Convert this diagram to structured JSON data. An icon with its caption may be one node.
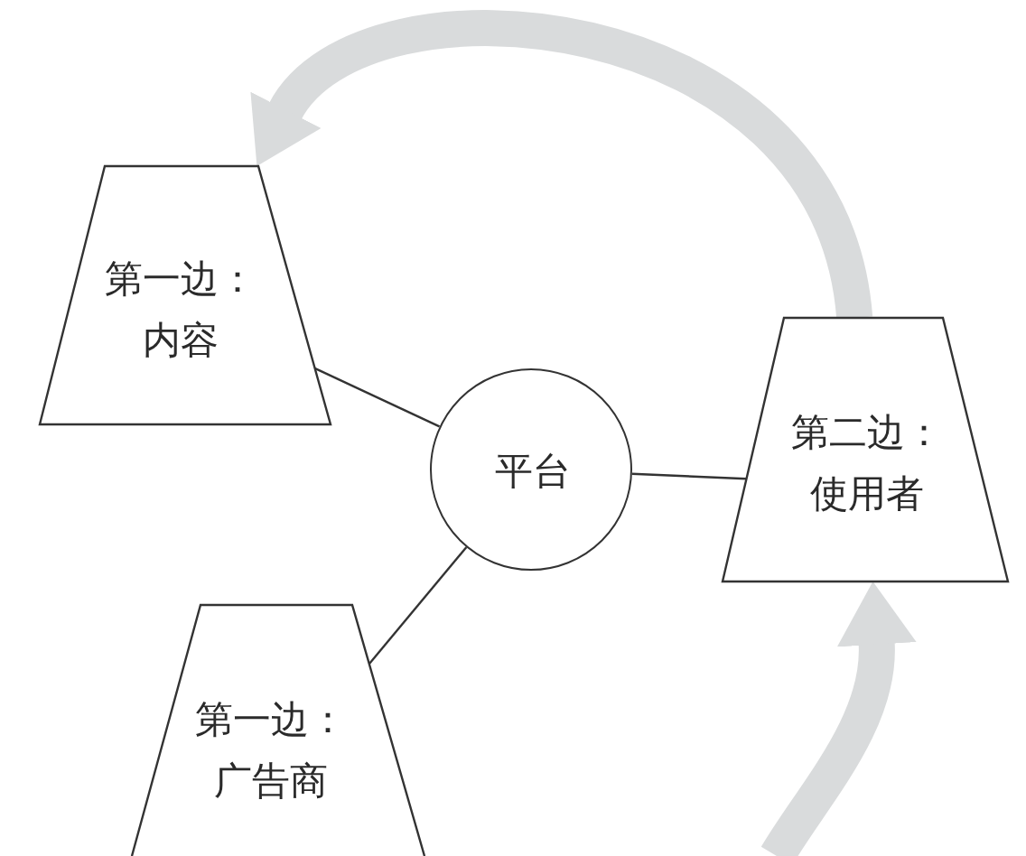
{
  "diagram": {
    "nodes": [
      {
        "text": [
          "第一边：内容"
        ]
      },
      {
        "text": [
          "平台"
        ]
      },
      {
        "text": [
          "第二边：使用者"
        ]
      },
      {
        "text": [
          "第一边：广告商"
        ]
      }
    ],
    "edges": [
      {
        "from": 0,
        "to": 1,
        "arrow": "none"
      },
      {
        "from": 1,
        "to": 2,
        "arrow": "none"
      },
      {
        "from": 3,
        "to": 1,
        "arrow": "none"
      },
      {
        "from": 2,
        "to": 0,
        "arrow": "to",
        "style": "thick",
        "color": "#d9dbdc"
      },
      {
        "from": null,
        "to": 2,
        "arrow": "to",
        "style": "thick",
        "color": "#d9dbdc"
      }
    ]
  }
}
